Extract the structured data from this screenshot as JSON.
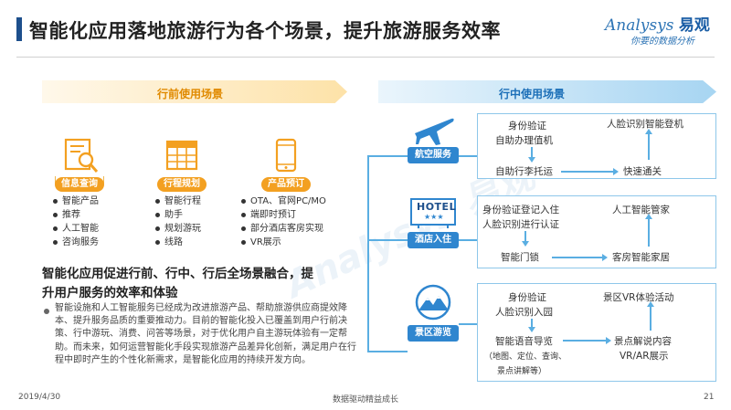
{
  "header": {
    "title": "智能化应用落地旅游行为各个场景，提升旅游服务效率",
    "logo_word": "nalysys",
    "logo_brand": "易观",
    "logo_tagline": "你要的数据分析"
  },
  "pre_trip": {
    "banner": "行前使用场景",
    "columns": [
      {
        "tag": "信息查询",
        "bullets": [
          "智能产品",
          "推荐",
          "人工智能",
          "咨询服务"
        ]
      },
      {
        "tag": "行程规划",
        "bullets": [
          "智能行程",
          "助手",
          "规划游玩",
          "线路"
        ]
      },
      {
        "tag": "产品预订",
        "bullets": [
          "OTA、官网PC/MO",
          "端即时预订",
          "部分酒店客房实现",
          "VR展示"
        ]
      }
    ]
  },
  "summary": {
    "title_line1": "智能化应用促进行前、行中、行后全场景融合，提",
    "title_line2": "升用户服务的效率和体验",
    "paragraph": "智能设施和人工智能服务已经成为改进旅游产品、帮助旅游供应商提效降本、提升服务品质的重要推动力。目前的智能化投入已覆盖到用户行前决策、行中游玩、消费、问答等场景，对于优化用户自主游玩体验有一定帮助。而未来，如何运营智能化手段实现旅游产品差异化创新，满足用户在行程中即时产生的个性化新需求，是智能化应用的持续开发方向。"
  },
  "in_trip": {
    "banner": "行中使用场景",
    "categories": [
      {
        "label": "航空服务",
        "items": [
          "身份验证",
          "自助办理值机",
          "自助行李托运",
          "快速通关",
          "人脸识别智能登机"
        ]
      },
      {
        "label": "酒店入住",
        "hotel_sign": "HOTEL",
        "hotel_stars": "★★★",
        "items": [
          "身份验证登记入住",
          "人脸识别进行认证",
          "智能门锁",
          "客房智能家居",
          "人工智能管家"
        ]
      },
      {
        "label": "景区游览",
        "items": [
          "身份验证",
          "人脸识别入园",
          "智能语音导览",
          "（地图、定位、查询、",
          "景点讲解等）",
          "景区VR体验活动",
          "景点解说内容",
          "VR/AR展示"
        ]
      }
    ]
  },
  "footer": {
    "date": "2019/4/30",
    "center": "数据驱动精益成长",
    "page": "21"
  },
  "colors": {
    "title_bar": "#1d4f8c",
    "orange": "#f3a021",
    "blue": "#2f86cf",
    "light_blue_line": "#5aaee2"
  }
}
